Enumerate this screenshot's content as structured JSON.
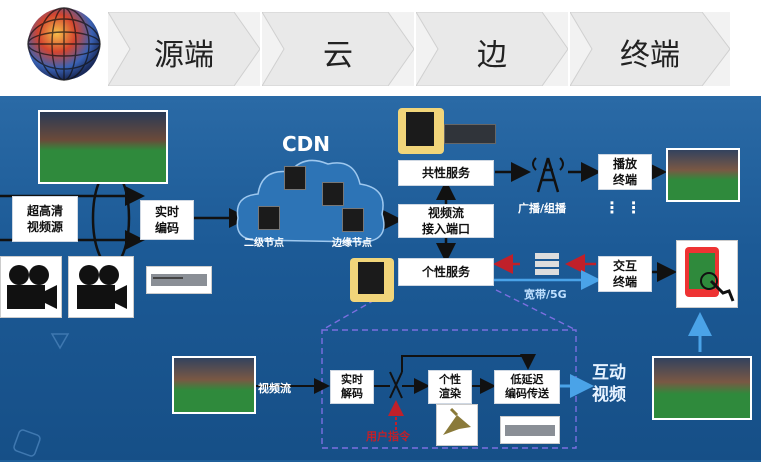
{
  "header": {
    "stages": [
      "源端",
      "云",
      "边",
      "终端"
    ]
  },
  "cdn": {
    "title": "CDN",
    "secondary_node": "二级节点",
    "edge_node": "边缘节点"
  },
  "source": {
    "uhd_source": "超高清\n视频源",
    "realtime_encode": "实时\n编码"
  },
  "services": {
    "shared": "共性服务",
    "access_port": "视频流\n接入端口",
    "personal": "个性服务"
  },
  "network": {
    "broadcast": "广播/组播",
    "broadband": "宽带/5G"
  },
  "terminals": {
    "playback": "播放\n终端",
    "interactive": "交互\n终端"
  },
  "pipeline": {
    "video_stream": "视频流",
    "realtime_decode": "实时\n解码",
    "personal_render": "个性\n渲染",
    "low_latency": "低延迟\n编码传送",
    "user_command": "用户指令",
    "interactive_video": "互动\n视频"
  },
  "colors": {
    "arrow": "#111111",
    "red_arrow": "#c0202a",
    "dashed_border": "#7b6fe0",
    "blue_arrow": "#4aa3e8"
  }
}
